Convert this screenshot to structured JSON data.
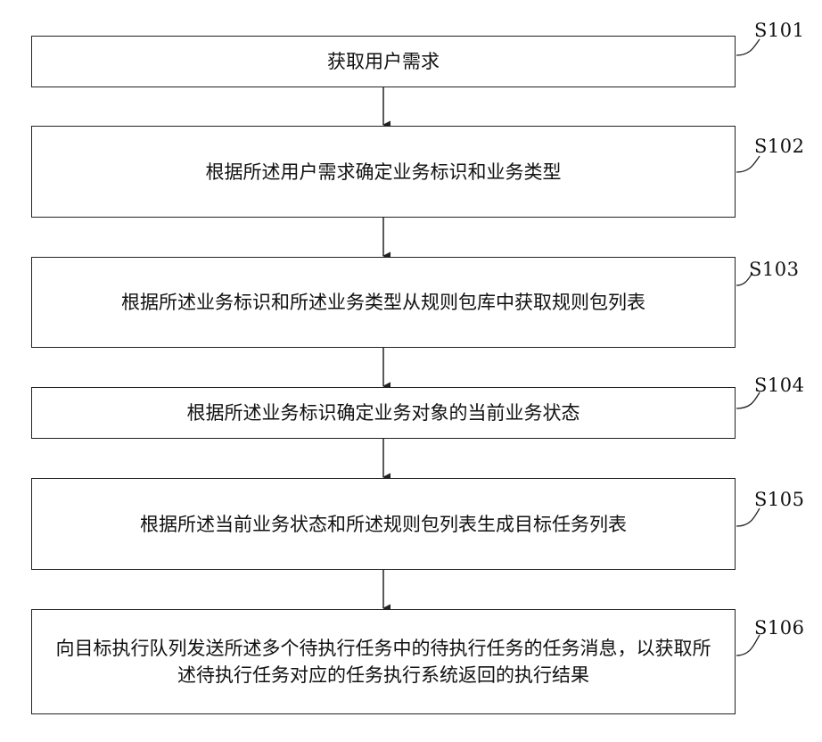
{
  "steps": [
    {
      "id": "S101",
      "text": "获取用户需求"
    },
    {
      "id": "S102",
      "text": "根据所述用户需求确定业务标识和业务类型"
    },
    {
      "id": "S103",
      "text": "根据所述业务标识和所述业务类型从规则包库中获取规则包列表"
    },
    {
      "id": "S104",
      "text": "根据所述业务标识确定业务对象的当前业务状态"
    },
    {
      "id": "S105",
      "text": "根据所述当前业务状态和所述规则包列表生成目标任务列表"
    },
    {
      "id": "S106",
      "text": "向目标执行队列发送所述多个待执行任务中的待执行任务的任务消息，以获取所述待执行任务对应的任务执行系统返回的执行结果"
    }
  ]
}
